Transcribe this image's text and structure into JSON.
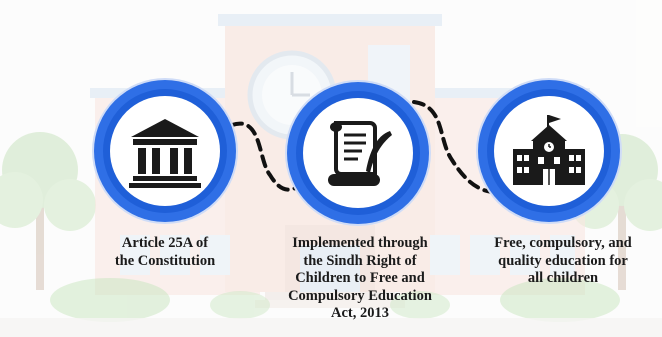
{
  "steps": [
    {
      "icon": "courthouse-icon",
      "text": "Article 25A of the Constitution",
      "lines": [
        "Article 25A of",
        "the Constitution"
      ]
    },
    {
      "icon": "scroll-quill-icon",
      "text": "Implemented through the Sindh Right of Children to Free and Compulsory Education Act, 2013",
      "lines": [
        "Implemented through",
        "the Sindh Right of",
        "Children to Free and",
        "Compulsory Education",
        "Act, 2013"
      ]
    },
    {
      "icon": "school-building-icon",
      "text": "Free, compulsory, and quality education for all children",
      "lines": [
        "Free, compulsory, and",
        "quality education for",
        "all children"
      ]
    }
  ],
  "colors": {
    "circle_outer": "#2f6fe6",
    "circle_ring": "#1f5fd8",
    "icon": "#1a1a1a",
    "connector": "#111111"
  }
}
